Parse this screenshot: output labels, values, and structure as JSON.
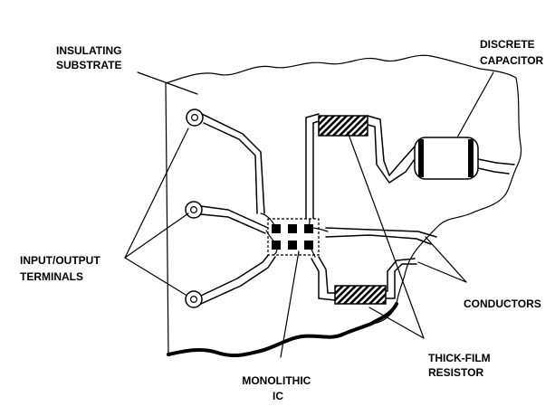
{
  "labels": {
    "insulating_substrate": [
      "INSULATING",
      "SUBSTRATE"
    ],
    "discrete_capacitor": [
      "DISCRETE",
      "CAPACITOR"
    ],
    "io_terminals": [
      "INPUT/OUTPUT",
      "TERMINALS"
    ],
    "conductors": [
      "CONDUCTORS"
    ],
    "thick_film_resistor": [
      "THICK-FILM",
      "RESISTOR"
    ],
    "monolithic_ic": [
      "MONOLITHIC",
      "IC"
    ]
  },
  "colors": {
    "ink": "#000000",
    "paper": "#ffffff"
  }
}
